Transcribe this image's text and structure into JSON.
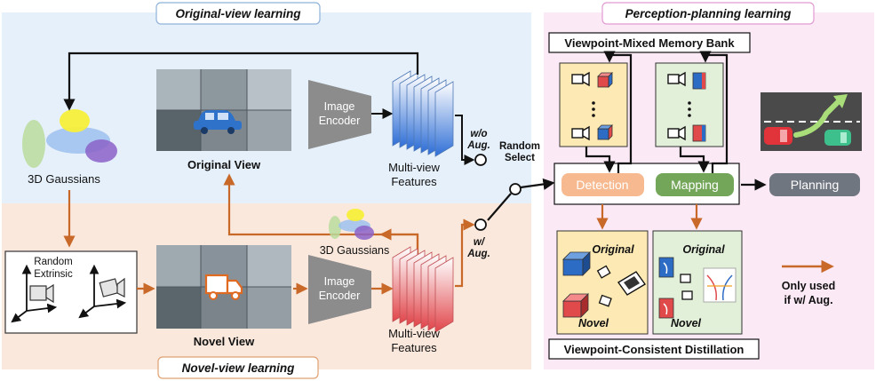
{
  "sections": {
    "original_view_learning": "Original-view learning",
    "novel_view_learning": "Novel-view learning",
    "perception_planning_learning": "Perception-planning learning"
  },
  "labels": {
    "gaussians_3d": "3D Gaussians",
    "gaussians_3d_small": "3D Gaussians",
    "original_view": "Original View",
    "novel_view": "Novel View",
    "image_encoder_top_1": "Image",
    "image_encoder_top_2": "Encoder",
    "image_encoder_bottom_1": "Image",
    "image_encoder_bottom_2": "Encoder",
    "features_top_1": "Multi-view",
    "features_top_2": "Features",
    "features_bottom_1": "Multi-view",
    "features_bottom_2": "Features",
    "wo_aug_1": "w/o",
    "wo_aug_2": "Aug.",
    "w_aug_1": "w/",
    "w_aug_2": "Aug.",
    "random_extrinsic_1": "Random",
    "random_extrinsic_2": "Extrinsic",
    "random_select_1": "Random",
    "random_select_2": "Select",
    "memory_bank": "Viewpoint-Mixed Memory Bank",
    "detection": "Detection",
    "mapping": "Mapping",
    "planning": "Planning",
    "distill_title": "Viewpoint-Consistent Distillation",
    "det_original": "Original",
    "det_novel": "Novel",
    "map_original": "Original",
    "map_novel": "Novel",
    "legend_1": "Only used",
    "legend_2": "if w/ Aug."
  },
  "colors": {
    "orange_arrow": "#c8692a",
    "blue_panel": "#e6f0fa",
    "orange_panel": "#fbe8dc",
    "pink_panel": "#fbe9f6",
    "detection_fill": "#f7b98f",
    "mapping_fill": "#74a65a",
    "planning_fill": "#6f7680",
    "encoder_fill": "#8c8c8c"
  }
}
